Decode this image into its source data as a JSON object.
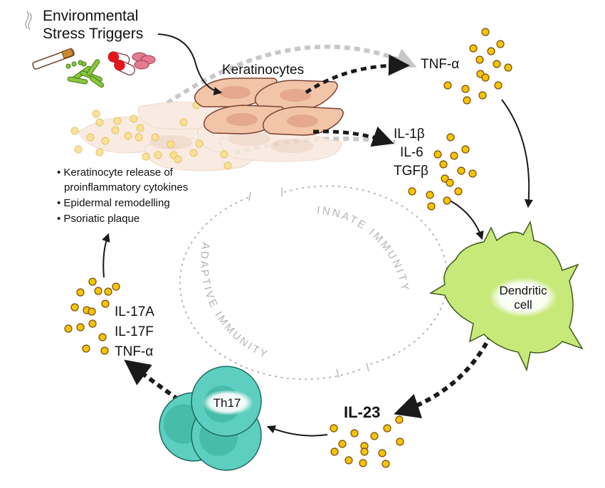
{
  "title": "Psoriasis inflammatory cycle",
  "labels": {
    "triggers_line1": "Environmental",
    "triggers_line2": "Stress Triggers",
    "keratinocytes": "Keratinocytes",
    "tnf_top": "TNF-α",
    "il1b": "IL-1β",
    "il6": "IL-6",
    "tgfb": "TGFβ",
    "dendritic_line1": "Dendritic",
    "dendritic_line2": "cell",
    "il23": "IL-23",
    "th17": "Th17",
    "il17a": "IL-17A",
    "il17f": "IL-17F",
    "tnf_left": "TNF-α",
    "innate": "INNATE IMMUNITY",
    "adaptive": "ADAPTIVE IMMUNITY"
  },
  "bullets": [
    "Keratinocyte release of",
    "proinflammatory cytokines",
    "Epidermal remodelling",
    "Psoriatic plaque"
  ],
  "trigger_icons": [
    "cigarette-icon",
    "bacteria-icon",
    "capsule-pills-icon",
    "tablet-pills-icon"
  ],
  "colors": {
    "cytokine": "#f5c400",
    "cytokine_stroke": "#7a4a10",
    "keratinocyte": "#f2c5a8",
    "keratinocyte_nucleus": "#e3a88e",
    "keratinocyte_faded": "#f8e8dc",
    "dendritic": "#c7e97a",
    "th17": "#5dcfc0",
    "th17_nucleus": "#3fb3a0",
    "dashed_gray": "#c8c8c8",
    "dashed_black": "#1a1a1a",
    "circle_text": "#b4b4b4"
  }
}
